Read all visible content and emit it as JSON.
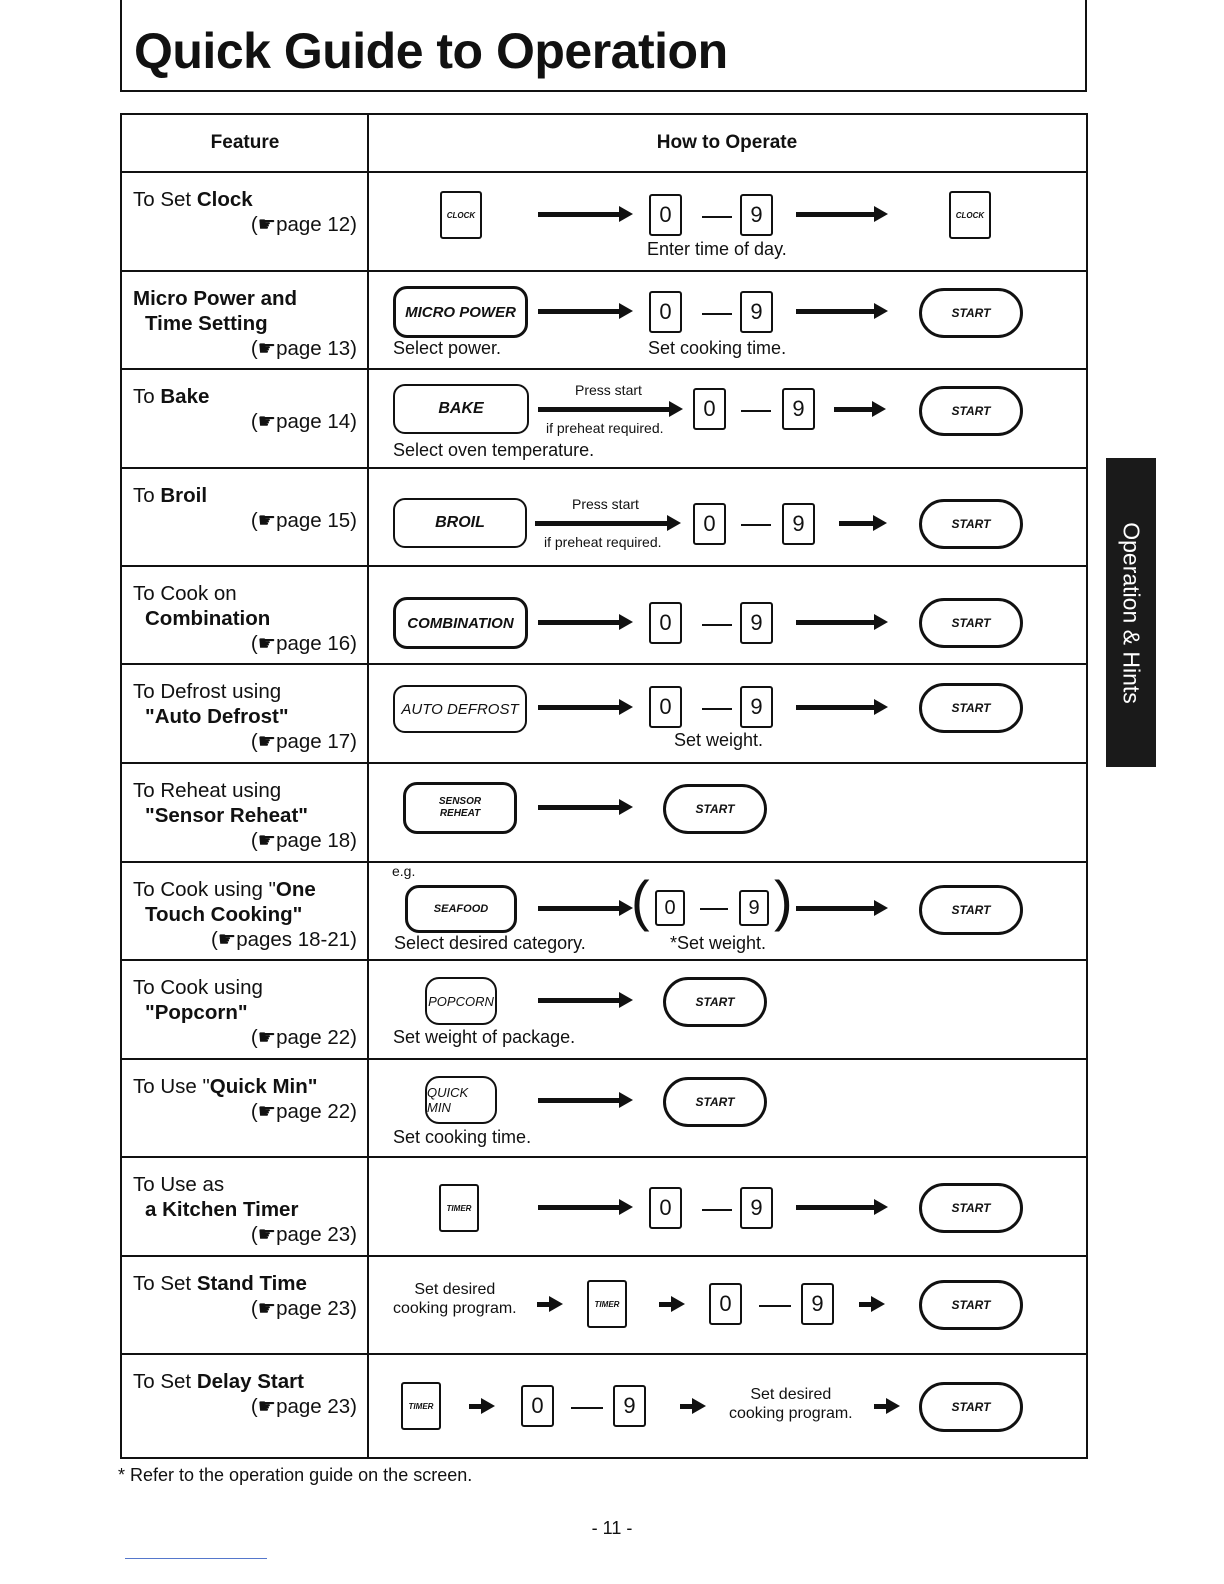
{
  "title": "Quick Guide to Operation",
  "header": {
    "feature": "Feature",
    "how": "How to Operate"
  },
  "rows": {
    "clock": {
      "l1": "To Set ",
      "l1b": "Clock",
      "page": "(☛page 12)",
      "keyA": "CLOCK",
      "d0": "0",
      "d9": "9",
      "keyB": "CLOCK",
      "note": "Enter time of day."
    },
    "micro": {
      "l1b": "Micro Power and",
      "l2b": "Time Setting",
      "page": "(☛page 13)",
      "key": "MICRO POWER",
      "d0": "0",
      "d9": "9",
      "start": "START",
      "noteA": "Select power.",
      "noteB": "Set cooking time."
    },
    "bake": {
      "l1": "To ",
      "l1b": "Bake",
      "page": "(☛page 14)",
      "key": "BAKE",
      "pressA": "Press start",
      "pressB": "if preheat required.",
      "d0": "0",
      "d9": "9",
      "start": "START",
      "note": "Select oven temperature."
    },
    "broil": {
      "l1": "To ",
      "l1b": "Broil",
      "page": "(☛page 15)",
      "key": "BROIL",
      "pressA": "Press start",
      "pressB": "if preheat required.",
      "d0": "0",
      "d9": "9",
      "start": "START"
    },
    "combo": {
      "l1": "To Cook on",
      "l2b": "Combination",
      "page": "(☛page 16)",
      "key": "COMBINATION",
      "d0": "0",
      "d9": "9",
      "start": "START"
    },
    "defrost": {
      "l1": "To Defrost using",
      "l2b": "\"Auto Defrost\"",
      "page": "(☛page 17)",
      "key": "AUTO DEFROST",
      "d0": "0",
      "d9": "9",
      "start": "START",
      "note": "Set weight."
    },
    "reheat": {
      "l1": "To Reheat using",
      "l2b": "\"Sensor Reheat\"",
      "page": "(☛page 18)",
      "keyA": "SENSOR",
      "keyB": "REHEAT",
      "start": "START"
    },
    "onetouch": {
      "l1": "To Cook using \"",
      "l1b": "One",
      "l2b": "Touch Cooking\"",
      "page": "(☛pages 18-21)",
      "eg": "e.g.",
      "key": "SEAFOOD",
      "d0": "0",
      "d9": "9",
      "start": "START",
      "noteA": "Select desired category.",
      "noteB": "*Set weight."
    },
    "popcorn": {
      "l1": "To Cook using",
      "l2b": "\"Popcorn\"",
      "page": "(☛page 22)",
      "key": "POPCORN",
      "start": "START",
      "note": "Set weight of package."
    },
    "quickmin": {
      "l1": "To Use \"",
      "l1b": "Quick Min\"",
      "page": "(☛page 22)",
      "key": "QUICK MIN",
      "start": "START",
      "note": "Set cooking time."
    },
    "timer": {
      "l1": "To Use as",
      "l2b": "a Kitchen Timer",
      "page": "(☛page 23)",
      "key": "TIMER",
      "d0": "0",
      "d9": "9",
      "start": "START"
    },
    "stand": {
      "l1": "To Set ",
      "l1b": "Stand Time",
      "page": "(☛page 23)",
      "progA": "Set desired",
      "progB": "cooking program.",
      "key": "TIMER",
      "d0": "0",
      "d9": "9",
      "start": "START"
    },
    "delay": {
      "l1": "To Set ",
      "l1b": "Delay Start",
      "page": "(☛page 23)",
      "key": "TIMER",
      "d0": "0",
      "d9": "9",
      "progA": "Set desired",
      "progB": "cooking program.",
      "start": "START"
    }
  },
  "side_tab": "Operation & Hints",
  "footnote": "* Refer to the operation guide on the screen.",
  "page_number": "- 11 -"
}
